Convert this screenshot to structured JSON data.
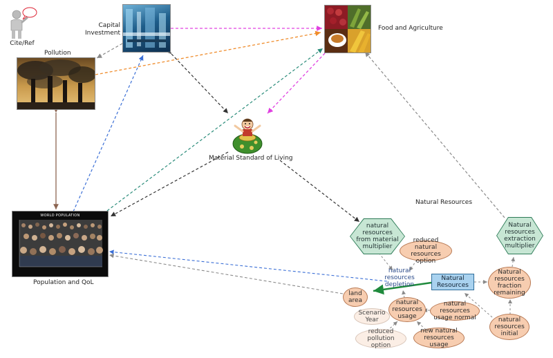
{
  "nodes": {
    "cite_ref": "Cite/Ref",
    "capital_investment": "Capital\nInvestment",
    "food_agriculture": "Food and Agriculture",
    "pollution": "Pollution",
    "material_standard": "Material Standard of Living",
    "population_qol": "Population and QoL",
    "natural_resources_title": "Natural Resources",
    "world_population_caption": "WORLD POPULATION"
  },
  "submodel": {
    "hex_from_material": "natural resources from material multiplier",
    "hex_extraction": "Natural resources extraction multiplier",
    "reduced_nr_option": "reduced natural resources option",
    "depletion_label": "natural resources depletion",
    "stock_natural_resources": "Natural Resources",
    "fraction_remaining": "Natural resources fraction remaining",
    "land_area": "land area",
    "scenario_year": "Scenario Year",
    "nr_usage": "natural resources usage",
    "nr_usage_normal": "natural resources usage normal",
    "nr_initial": "natural resources initial",
    "reduced_pollution": "reduced pollution option",
    "new_nr_usage": "new natural resources usage"
  },
  "colors": {
    "pink": "#e040e0",
    "orange": "#ef8c2c",
    "blue": "#3b6fd6",
    "teal": "#2a8c7a",
    "grey": "#8a8a8a",
    "dark": "#333333",
    "brown": "#8b6450",
    "green": "#1f8a3c"
  }
}
